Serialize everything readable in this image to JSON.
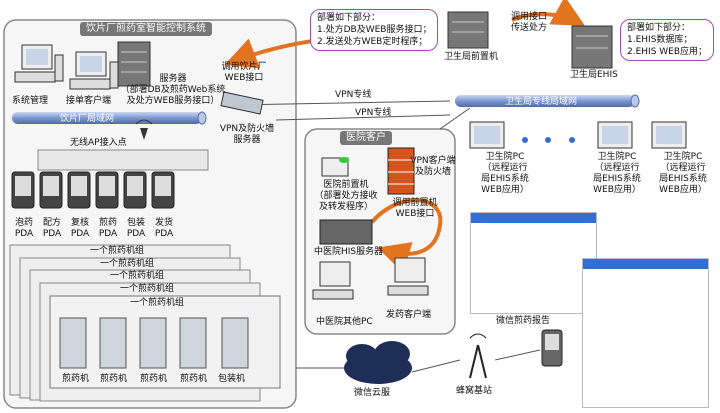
{
  "factory": {
    "title": "饮片厂煎药室智能控制系统",
    "lan": "饮片厂局域网",
    "pc_admin": "系统管理",
    "pc_order": "接单客户端",
    "server": [
      "服务器",
      "（部署DB及煎药Web系统",
      "及处方WEB服务接口）"
    ],
    "firewall": [
      "VPN及防火墙",
      "服务器"
    ],
    "wifi": "无线AP接入点",
    "pda": [
      [
        "泡药",
        "PDA"
      ],
      [
        "配方",
        "PDA"
      ],
      [
        "复核",
        "PDA"
      ],
      [
        "煎药",
        "PDA"
      ],
      [
        "包装",
        "PDA"
      ],
      [
        "发货",
        "PDA"
      ]
    ],
    "group_label": "一个煎药机组",
    "machines": [
      "煎药机",
      "煎药机",
      "煎药机",
      "煎药机",
      "包装机"
    ],
    "call_api": [
      "调用饮片厂",
      "WEB接口"
    ]
  },
  "hospital": {
    "title": "医院客户",
    "vpn_client": [
      "VPN客户端",
      "及防火墙"
    ],
    "front": [
      "医院前置机",
      "（部署处方接收",
      "及转发程序）"
    ],
    "call_api": [
      "调用前置机",
      "WEB接口"
    ],
    "his": "中医院HIS服务器",
    "other_pc": "中医院其他PC",
    "dispense": "发药客户端"
  },
  "bureau": {
    "note_front": [
      "部署如下部分：",
      "1.处方DB及WEB服务接口；",
      "2.发送处方WEB定时程序；"
    ],
    "call_api": [
      "调用接口",
      "传送处方"
    ],
    "front": "卫生局前置机",
    "ehis": "卫生局EHIS",
    "note_ehis": [
      "部署如下部分：",
      "1.EHIS数据库；",
      "2.EHIS WEB应用；"
    ],
    "lan": "卫生局专线局域网",
    "pcs": [
      [
        "卫生院PC",
        "（远程运行",
        "局EHIS系统",
        "WEB应用）"
      ],
      [
        "卫生院PC",
        "（远程运行",
        "局EHIS系统",
        "WEB应用）"
      ],
      [
        "卫生院PC",
        "（远程运行",
        "局EHIS系统",
        "WEB应用）"
      ]
    ]
  },
  "vpn_line_1": "VPN专线",
  "vpn_line_2": "VPN专线",
  "cloud": "微信云服",
  "base": "蜂窝基站",
  "report": "微信煎药报告",
  "colors": {
    "arrow": "#e2731f",
    "lan": "#8ea6d8",
    "note_border": "#9a4fb6",
    "phone_blue": "#2f6fd6"
  }
}
